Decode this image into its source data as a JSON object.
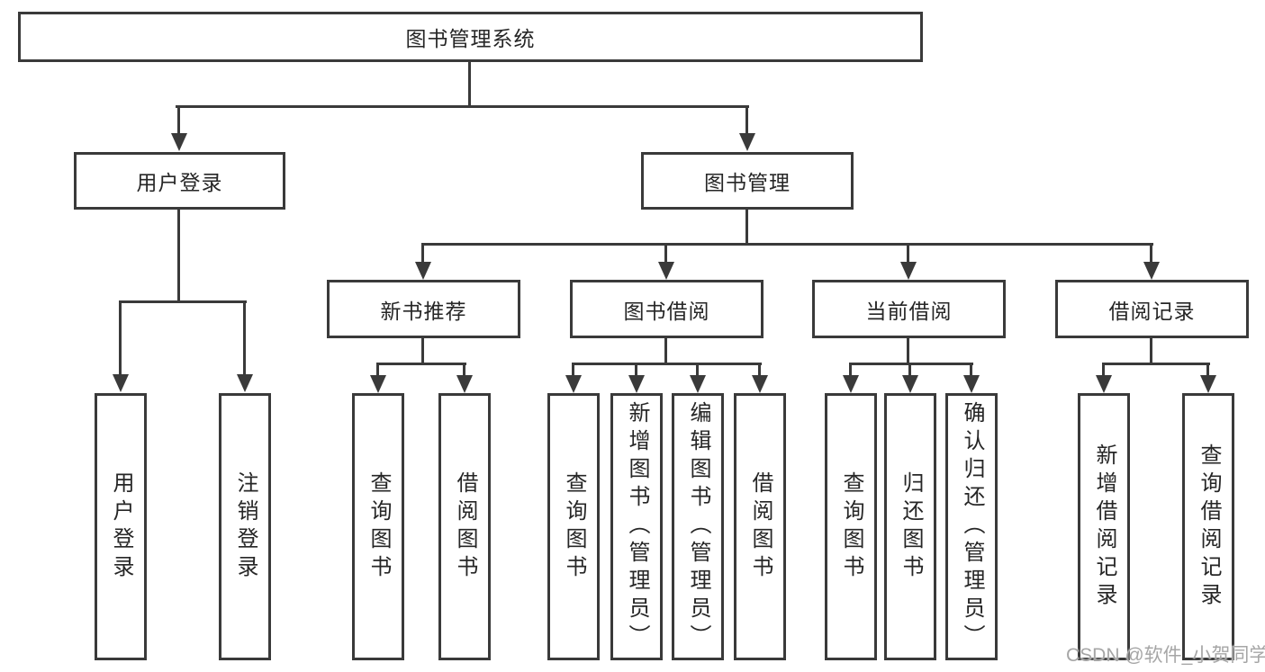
{
  "diagram": {
    "root": "图书管理系统",
    "branches": [
      {
        "label": "用户登录",
        "children": [
          "用户登录",
          "注销登录"
        ]
      },
      {
        "label": "图书管理",
        "children": [
          {
            "label": "新书推荐",
            "children": [
              "查询图书",
              "借阅图书"
            ]
          },
          {
            "label": "图书借阅",
            "children": [
              "查询图书",
              "新增图书（管理员）",
              "编辑图书（管理员）",
              "借阅图书"
            ]
          },
          {
            "label": "当前借阅",
            "children": [
              "查询图书",
              "归还图书",
              "确认归还（管理员）"
            ]
          },
          {
            "label": "借阅记录",
            "children": [
              "新增借阅记录",
              "查询借阅记录"
            ]
          }
        ]
      }
    ]
  },
  "watermark": "CSDN @软件_小贺同学",
  "colors": {
    "line": "#3a3a3a",
    "text": "#262626",
    "watermark": "#a6a6a6",
    "background": "#ffffff"
  }
}
